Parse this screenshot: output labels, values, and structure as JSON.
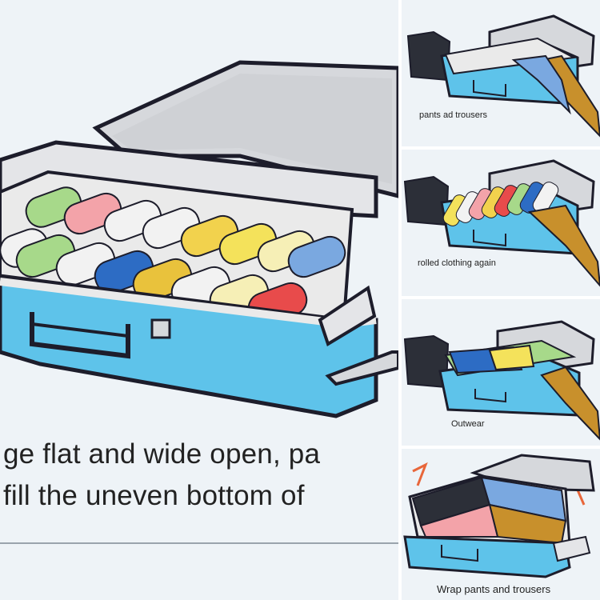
{
  "main": {
    "line1": "ge flat and wide open, pa",
    "line2": "fill the uneven bottom of"
  },
  "steps": [
    {
      "caption": "pants ad trousers"
    },
    {
      "caption": "rolled clothing again"
    },
    {
      "caption": "Outwear"
    },
    {
      "caption": "Wrap pants and trousers"
    }
  ],
  "colors": {
    "suitcase_blue": "#5ec3ea",
    "suitcase_grey": "#d8dade",
    "outline": "#1d1d2b",
    "arrow": "#e8663a",
    "trouser_gold": "#c8902c"
  }
}
